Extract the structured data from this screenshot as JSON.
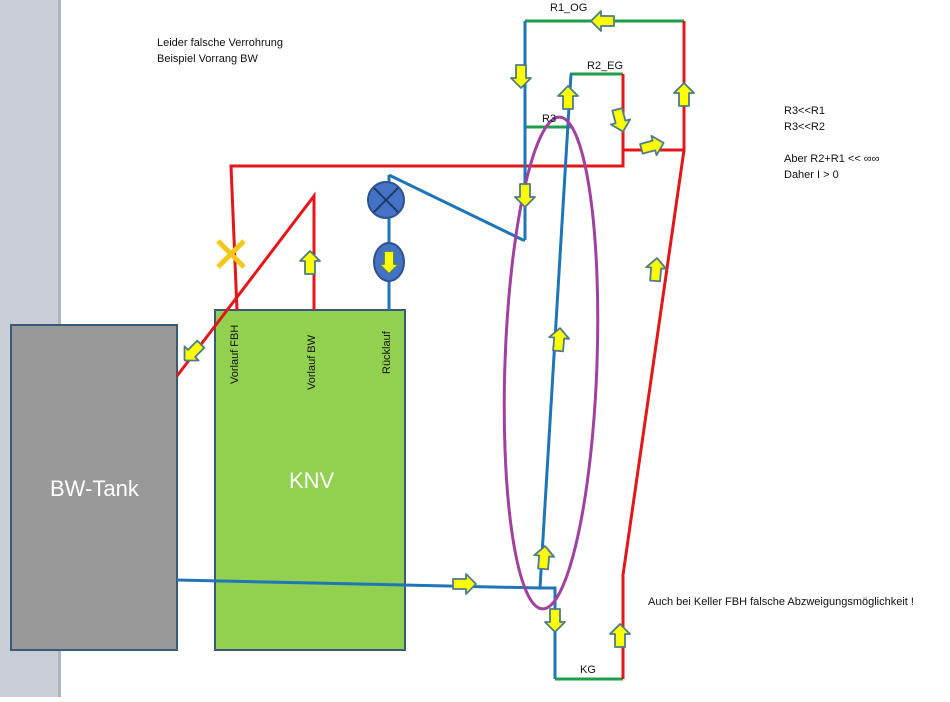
{
  "note": {
    "line1": "Leider falsche Verrohrung",
    "line2": "Beispiel Vorrang BW"
  },
  "resistances": {
    "r1_og": "R1_OG",
    "r2_eg": "R2_EG",
    "r3": "R3",
    "kg": "KG"
  },
  "analysis": {
    "line1": "R3<<R1",
    "line2": "R3<<R2",
    "line3": "Aber R2+R1 << ∞∞",
    "line4": "Daher I > 0"
  },
  "tank": {
    "label": "BW-Tank"
  },
  "knv": {
    "label": "KNV",
    "ports": {
      "vorlauf_fbh": "Vorlauf FBH",
      "vorlauf_bw": "Vorlauf BW",
      "ruecklauf": "Rücklauf"
    }
  },
  "footer_note": "Auch bei Keller FBH falsche Abzweigungsmöglichkeit !",
  "colors": {
    "supply": "#e3161a",
    "return": "#1f75b5",
    "loop": "#1e9e47",
    "arrow_fill": "#ffff00",
    "arrow_stroke": "#4f7a8a",
    "tank": "#999999",
    "knv": "#92d050",
    "highlight": "#a040a0",
    "cross": "#f2c81a"
  }
}
